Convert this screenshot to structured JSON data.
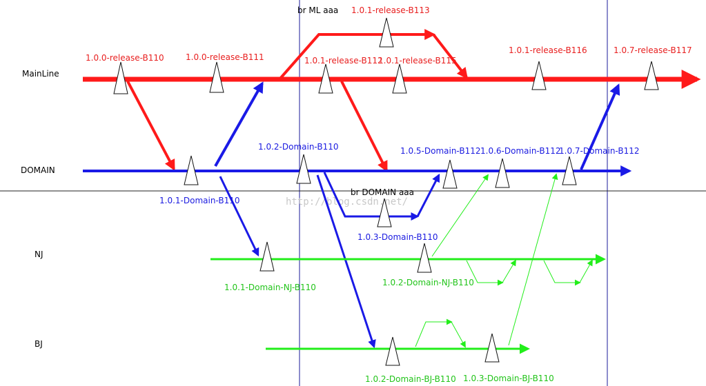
{
  "lanes": {
    "mainline": "MainLine",
    "domain": "DOMAIN",
    "nj": "NJ",
    "bj": "BJ"
  },
  "branch_notes": {
    "br_ml": "br  ML  aaa",
    "br_domain": "br  DOMAIN  aaa"
  },
  "watermark": "http://blog.csdn.net/",
  "labels": {
    "r110": "1.0.0-release-B110",
    "r111": "1.0.0-release-B111",
    "r112": "1.0.1-release-B112",
    "r113": "1.0.1-release-B113",
    "r115": "1.0.1-release-B115",
    "r116": "1.0.1-release-B116",
    "r117": "1.0.7-release-B117",
    "d101": "1.0.1-Domain-B110",
    "d102": "1.0.2-Domain-B110",
    "d103": "1.0.3-Domain-B110",
    "d105": "1.0.5-Domain-B112",
    "d106": "1.0.6-Domain-B112",
    "d107": "1.0.7-Domain-B112",
    "nj101": "1.0.1-Domain-NJ-B110",
    "nj102": "1.0.2-Domain-NJ-B110",
    "bj102": "1.0.2-Domain-BJ-B110",
    "bj103": "1.0.3-Domain-BJ-B110"
  },
  "colors": {
    "mainline": "#ff1a1a",
    "domain": "#1a1ae6",
    "branches": "#22ee1a",
    "guides": "#1a1a99"
  }
}
